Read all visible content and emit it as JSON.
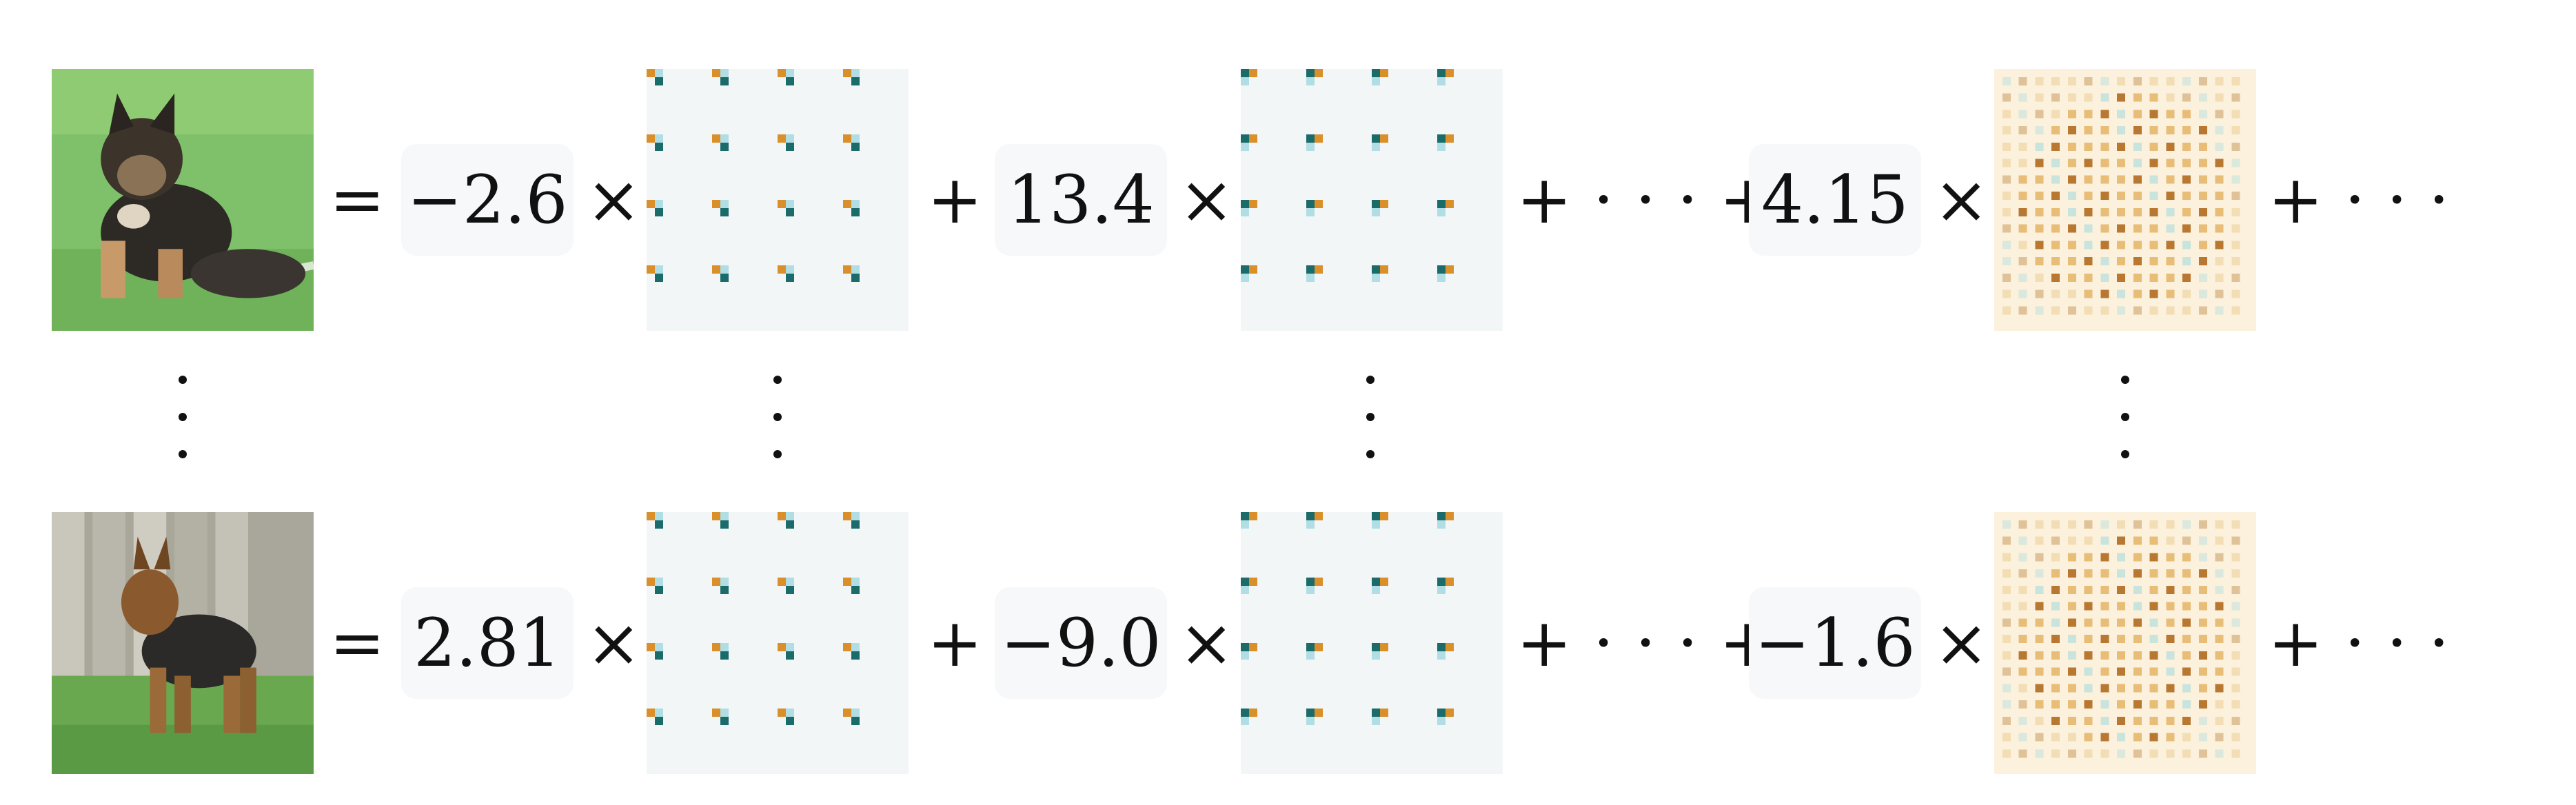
{
  "equations": [
    {
      "image_label": "dog image (German Shepherd)",
      "equals": "=",
      "terms": [
        {
          "coefficient": "−2.6",
          "times": "×",
          "after": "+"
        },
        {
          "coefficient": "13.4",
          "times": "×",
          "after": "+ · · · +"
        },
        {
          "coefficient": "4.15",
          "times": "×",
          "after": "+ · · ·"
        }
      ]
    },
    {
      "image_label": "dog image (Yorkshire Terrier)",
      "equals": "=",
      "terms": [
        {
          "coefficient": "2.81",
          "times": "×",
          "after": "+"
        },
        {
          "coefficient": "−9.0",
          "times": "×",
          "after": "+ · · · +"
        },
        {
          "coefficient": "−1.6",
          "times": "×",
          "after": "+ · · ·"
        }
      ]
    }
  ],
  "colors": {
    "box_bg": "#f6f8fa",
    "basis_teal": "#1b6b6b",
    "basis_orange": "#d9902b",
    "basis_cyan": "#9fd8df",
    "basis_tan": "#e6b76b",
    "basis_brown": "#b06a1e",
    "basis_bg": "#f3f6f7",
    "basis_warm_bg": "#fbf1dc"
  }
}
